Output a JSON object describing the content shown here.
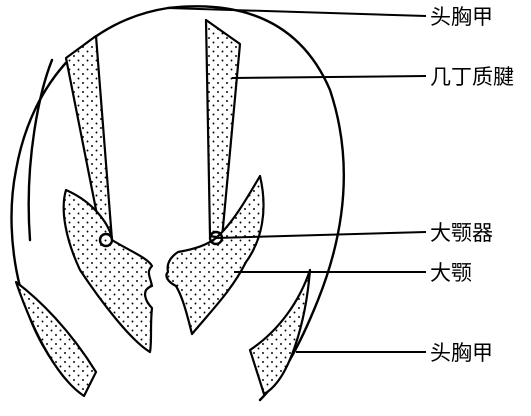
{
  "labels": {
    "cephalothorax_top": "头胸甲",
    "chitin_ridge": "几丁质腱",
    "mandible_organ": "大颚器",
    "mandible": "大颚",
    "cephalothorax_bottom": "头胸甲"
  }
}
